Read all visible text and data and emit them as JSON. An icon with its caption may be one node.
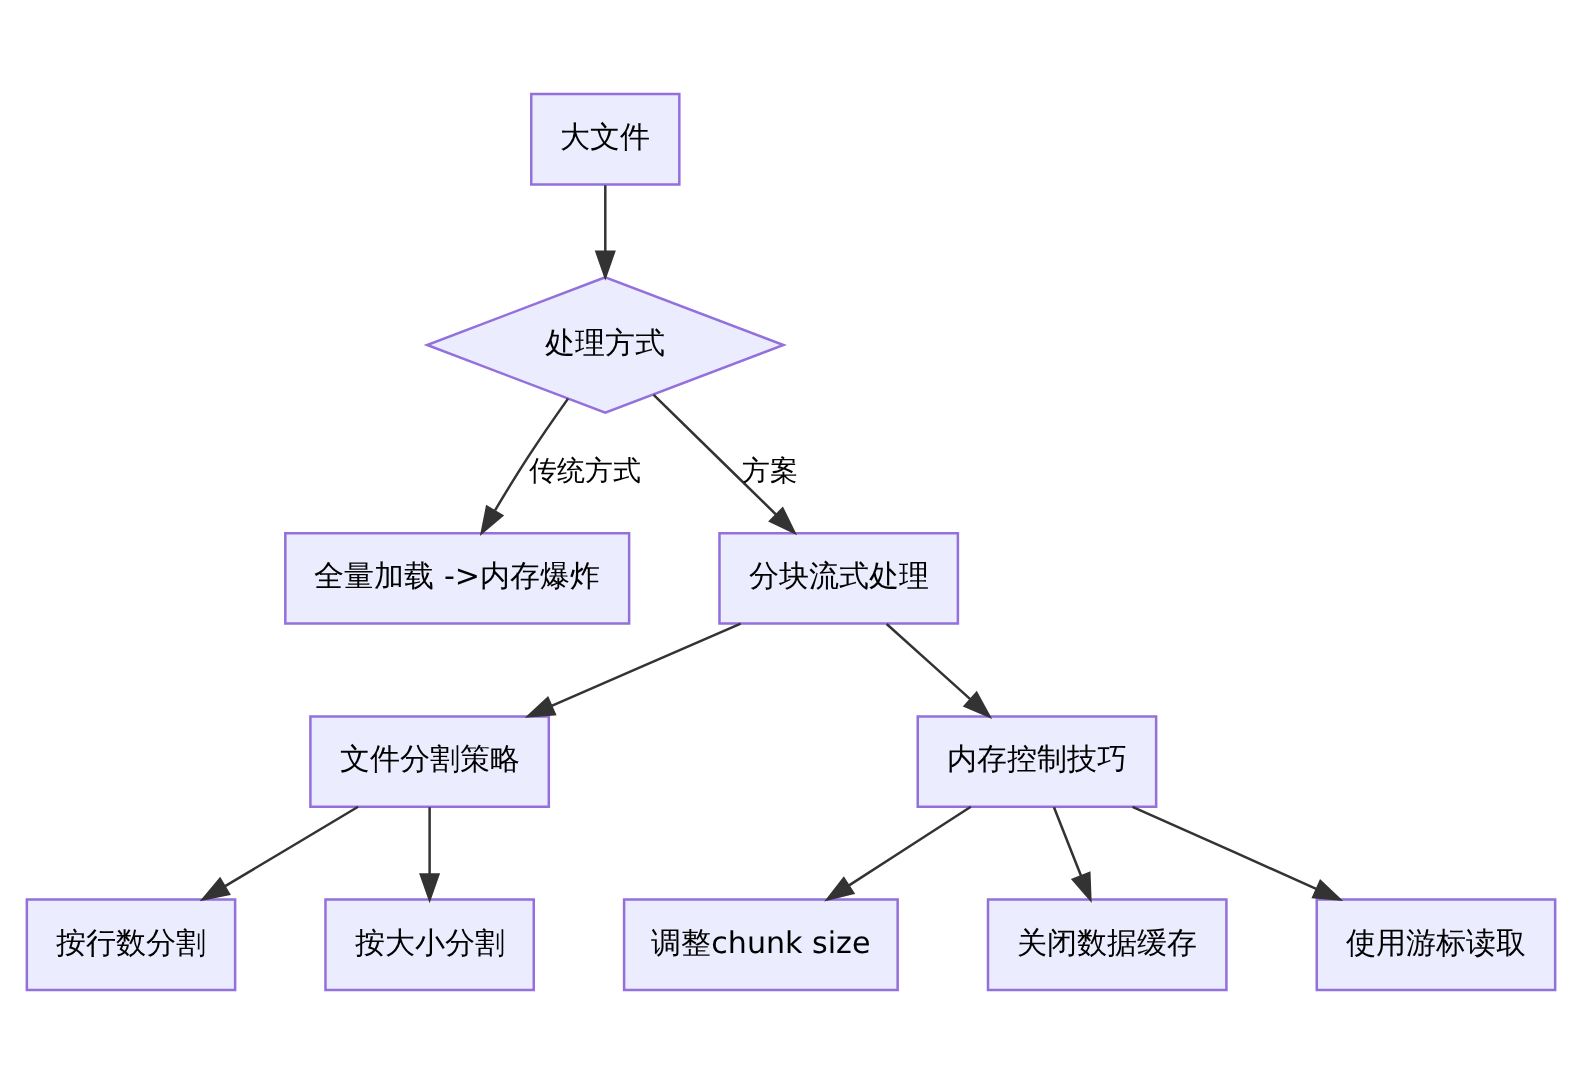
{
  "diagram": {
    "nodes": [
      {
        "text": [
          "大文件"
        ]
      },
      {
        "text": [
          "处理方式"
        ]
      },
      {
        "text": [
          "全量加载 ->内存爆炸"
        ]
      },
      {
        "text": [
          "分块流式处理"
        ]
      },
      {
        "text": [
          "文件分割策略"
        ]
      },
      {
        "text": [
          "内存控制技巧"
        ]
      },
      {
        "text": [
          "按行数分割"
        ]
      },
      {
        "text": [
          "按大小分割"
        ]
      },
      {
        "text": [
          "调整chunk size"
        ]
      },
      {
        "text": [
          "关闭数据缓存"
        ]
      },
      {
        "text": [
          "使用游标读取"
        ]
      }
    ],
    "edges": [
      {
        "from": 0,
        "to": 1,
        "arrow": "to"
      },
      {
        "from": 1,
        "to": 2,
        "arrow": "to",
        "label": "传统方式"
      },
      {
        "from": 1,
        "to": 3,
        "arrow": "to",
        "label": "方案"
      },
      {
        "from": 3,
        "to": 4,
        "arrow": "to"
      },
      {
        "from": 3,
        "to": 5,
        "arrow": "to"
      },
      {
        "from": 4,
        "to": 6,
        "arrow": "to"
      },
      {
        "from": 4,
        "to": 7,
        "arrow": "to"
      },
      {
        "from": 5,
        "to": 8,
        "arrow": "to"
      },
      {
        "from": 5,
        "to": 9,
        "arrow": "to"
      },
      {
        "from": 5,
        "to": 10,
        "arrow": "to"
      }
    ]
  }
}
